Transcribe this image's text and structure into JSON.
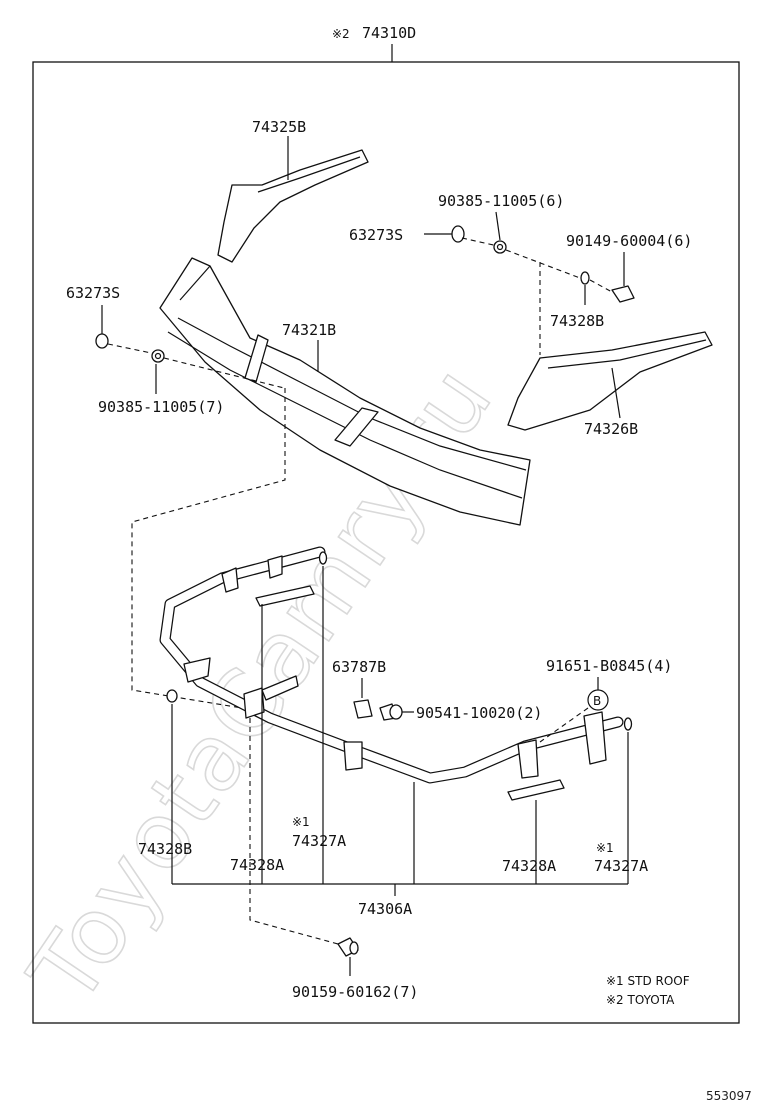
{
  "diagram": {
    "assembly": {
      "mark": "※2",
      "number": "74310D"
    },
    "watermark": "ToyotaCamry.ru",
    "part_labels": {
      "p74325B": "74325B",
      "p63273S_upper": "63273S",
      "p90385_upper": "90385-11005(6)",
      "p90149": "90149-60004(6)",
      "p63273S_left": "63273S",
      "p74328B_upper": "74328B",
      "p74321B": "74321B",
      "p90385_lower": "90385-11005(7)",
      "p74326B": "74326B",
      "p63787B": "63787B",
      "p91651": "91651-B0845(4)",
      "p90541": "90541-10020(2)",
      "p74328B_lower": "74328B",
      "p74328A_left": "74328A",
      "p74327A_left": "74327A",
      "p74328A_right": "74328A",
      "p74327A_right": "74327A",
      "p74306A": "74306A",
      "p90159": "90159-60162(7)"
    },
    "marks": {
      "m1_left": "※1",
      "m1_right": "※1",
      "bolt_b": "B"
    },
    "legend": {
      "note1": "※1 STD ROOF",
      "note2": "※2 TOYOTA"
    },
    "ref_code": "553097"
  }
}
